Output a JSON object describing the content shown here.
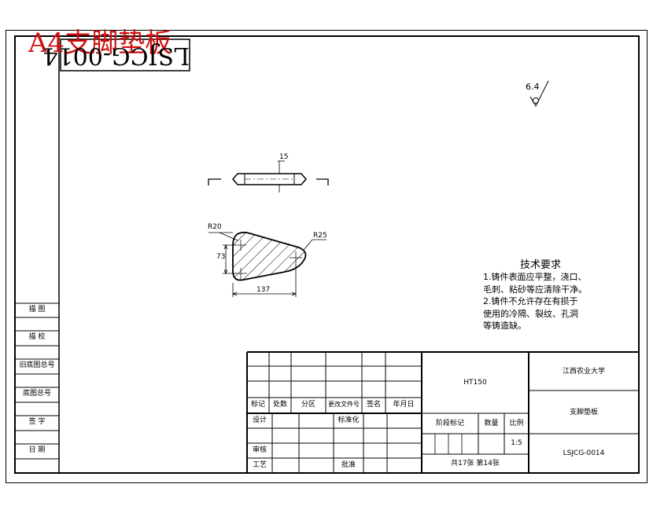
{
  "stamp": "A4支脚垫板",
  "drawing_code_rotated": "LSJCG-0014",
  "surface_roughness": "6.4",
  "dimensions": {
    "thickness": "15",
    "radius_large": "R20",
    "radius_small": "R25",
    "height": "73",
    "length": "137"
  },
  "tech_requirements": {
    "title": "技术要求",
    "lines": [
      "1.铸件表面应平整，浇口、",
      "毛刺、粘砂等应清除干净。",
      "2.铸件不允许存在有损于",
      "使用的冷隔、裂纹、孔洞",
      "等铸造缺。"
    ]
  },
  "left_strip": [
    "描  图",
    "描  校",
    "旧底图总号",
    "底图总号",
    "签  字",
    "日  期"
  ],
  "title_block": {
    "headers": [
      "标记",
      "处数",
      "分区",
      "更改文件号",
      "签名",
      "年月日"
    ],
    "design": "设计",
    "standardization": "标准化",
    "review": "审核",
    "process": "工艺",
    "approve": "批准",
    "material": "HT150",
    "stage_mark": "阶段标记",
    "quantity": "数量",
    "scale_label": "比例",
    "scale": "1:5",
    "sheets": "共17张  第14张",
    "company": "江西农业大学",
    "part_name": "支脚垫板",
    "drawing_no": "LSJCG-0014"
  }
}
